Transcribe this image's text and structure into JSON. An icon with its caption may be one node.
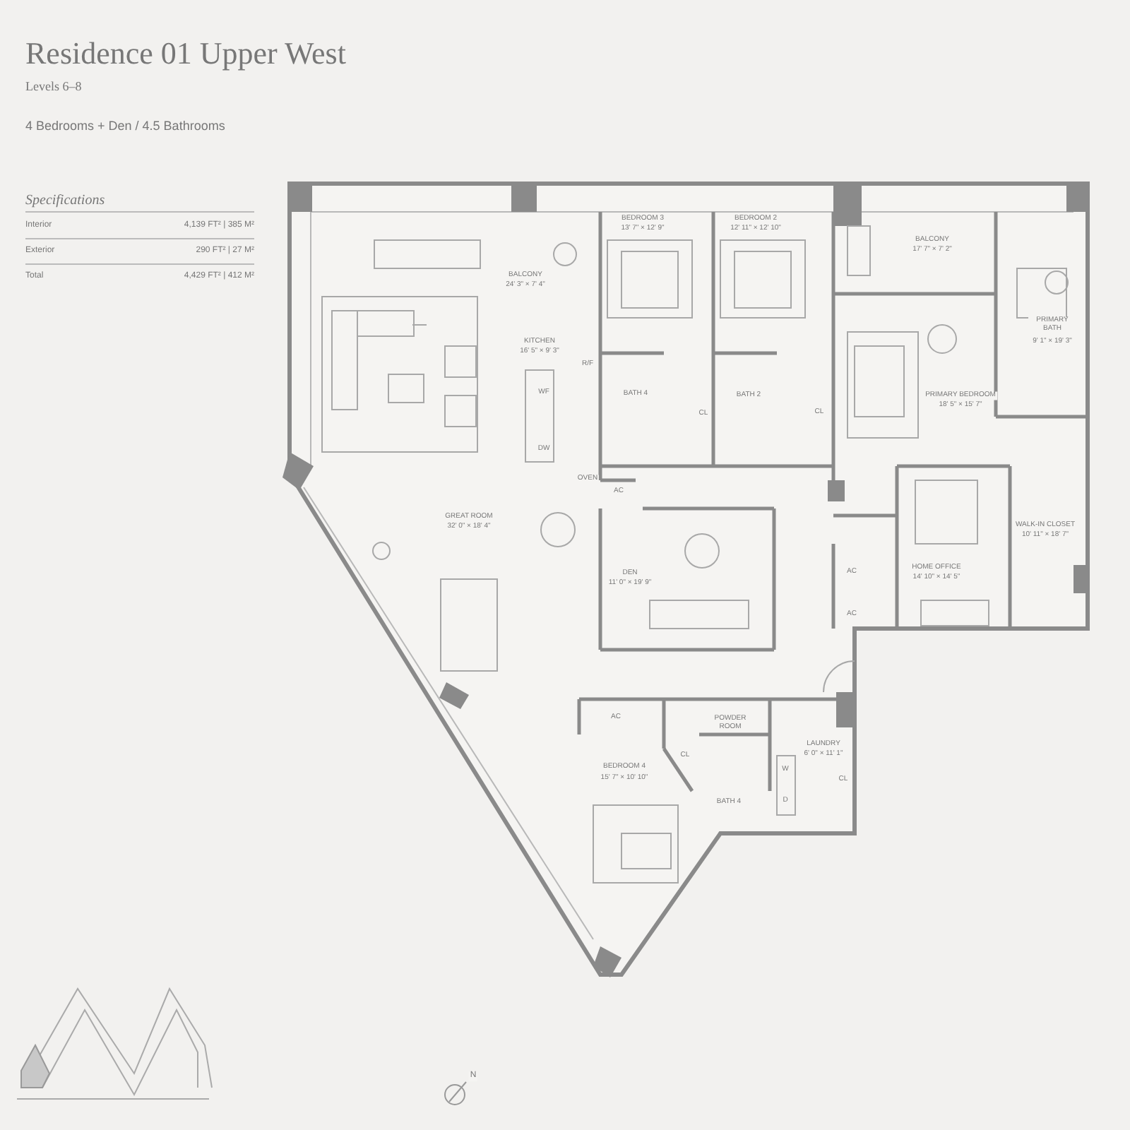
{
  "diagram": {
    "title": "Residence 01 Upper West",
    "labels": [
      "Levels 6–8",
      "4 Bedrooms + Den / 4.5 Bathrooms",
      "Specifications",
      "Interior",
      "4,139 FT² | 385 M²",
      "Exterior",
      "290 FT² | 27 M²",
      "Total",
      "4,429 FT² | 412 M²",
      "BALCONY",
      "24' 3\" × 7' 4\"",
      "BEDROOM 3",
      "13' 7\" × 12' 9\"",
      "BEDROOM 2",
      "12' 11\" × 12' 10\"",
      "BALCONY",
      "17' 7\" × 7' 2\"",
      "KITCHEN",
      "16' 5\" × 9' 3\"",
      "R/F",
      "PRIMARY BATH",
      "9' 1\" × 19' 3\"",
      "WF",
      "BATH 4",
      "BATH 2",
      "CL",
      "CL",
      "PRIMARY BEDROOM",
      "18' 5\" × 15' 7\"",
      "DW",
      "OVEN",
      "AC",
      "GREAT ROOM",
      "32' 0\" × 18' 4\"",
      "WALK-IN CLOSET",
      "10' 11\" × 18' 7\"",
      "DEN",
      "11' 0\" × 19' 9\"",
      "HOME OFFICE",
      "14' 10\" × 14' 5\"",
      "AC",
      "AC",
      "AC",
      "POWDER ROOM",
      "LAUNDRY",
      "6' 0\" × 11' 1\"",
      "BEDROOM 4",
      "15' 7\" × 10' 10\"",
      "CL",
      "BATH 4",
      "W",
      "D",
      "CL",
      "N"
    ]
  }
}
